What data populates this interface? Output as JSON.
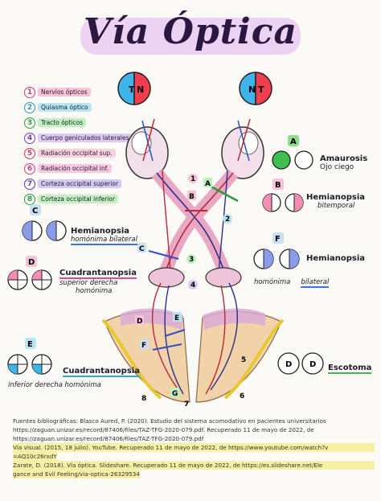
{
  "title": "Vía Óptica",
  "legend": [
    {
      "num": "1",
      "label": "Nervios ópticos",
      "color": "#f48cb6"
    },
    {
      "num": "2",
      "label": "Quiasma óptico",
      "color": "#7fd3e8"
    },
    {
      "num": "3",
      "label": "Tracto ópticos",
      "color": "#8fdc8f"
    },
    {
      "num": "4",
      "label": "Cuerpo geniculados laterales",
      "color": "#c9a6e8"
    },
    {
      "num": "5",
      "label": "Radiación occipital sup.",
      "color": "#f6b8c8"
    },
    {
      "num": "6",
      "label": "Radiación occipital inf.",
      "color": "#f2a7c9"
    },
    {
      "num": "7",
      "label": "Corteza occipital superior",
      "color": "#b9a3e8"
    },
    {
      "num": "8",
      "label": "Corteza occipital inferior",
      "color": "#9ee39e"
    }
  ],
  "eyes": {
    "left_t": "T",
    "left_n": "N",
    "right_n": "N",
    "right_t": "T"
  },
  "lesions": {
    "a": {
      "letter": "A",
      "title": "Amaurosis",
      "sub": "Ojo ciego"
    },
    "b": {
      "letter": "B",
      "title": "Hemianopsia",
      "sub": "bitemporal"
    },
    "c": {
      "letter": "C",
      "title": "Hemianopsia",
      "sub": "homónima bilateral"
    },
    "d": {
      "letter": "D",
      "title": "Cuadrantanopsia",
      "sub": "superior derecha",
      "sub2": "homónima"
    },
    "e": {
      "letter": "E",
      "title": "Cuadrantanopsia",
      "sub": "inferior derecha homónima"
    },
    "f": {
      "letter": "F",
      "title": "Hemianopsia",
      "sub": "homónima",
      "sub2": "bilateral"
    },
    "g": {
      "letter": "G",
      "title": "Escotoma"
    }
  },
  "diagram_labels": [
    "1",
    "2",
    "3",
    "4",
    "5",
    "6",
    "7",
    "8",
    "A",
    "B",
    "C",
    "D",
    "E",
    "F",
    "G"
  ],
  "references": [
    "Fuentes bibliográficas: Blasco Aured, P. (2020). Estudio del sistema acomodativo en pacientes universitarios",
    "https://zaguan.unizar.es/record/87406/files/TAZ-TFG-2020-079.pdf. Recuperado 11 de mayo de 2022, de",
    "https://zaguan.unizar.es/record/87406/files/TAZ-TFG-2020-079.pdf",
    "Vía visual. (2015, 18 julio). YouTube. Recuperado 11 de mayo de 2022, de https://www.youtube.com/watch?v",
    "=AQ10c26rxdY",
    "Zarate, D. (2018). Vía óptica. Slideshare. Recuperado 11 de mayo de 2022, de https://es.slideshare.net/Ele",
    "gance and Evil Feeling/via-optica-26329534"
  ]
}
